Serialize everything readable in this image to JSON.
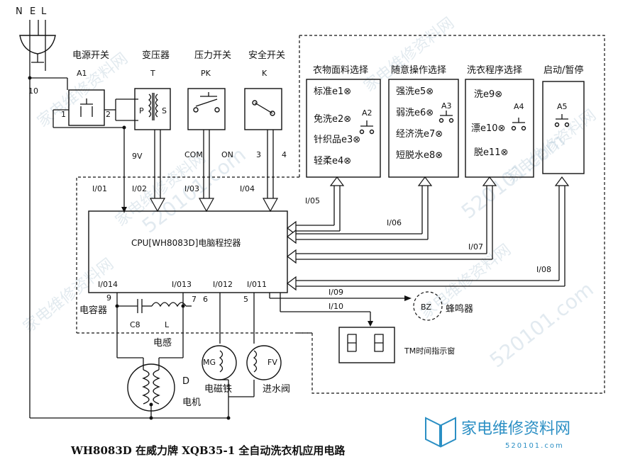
{
  "mains": {
    "n": "N",
    "e": "E",
    "l": "L"
  },
  "components": {
    "power_switch": {
      "name": "电源开关",
      "ref": "A1",
      "pin1": "1",
      "pin2": "2"
    },
    "transformer": {
      "name": "变压器",
      "ref": "T",
      "primary": "P",
      "secondary": "S"
    },
    "pressure_switch": {
      "name": "压力开关",
      "ref": "PK"
    },
    "safety_switch": {
      "name": "安全开关",
      "ref": "K"
    },
    "capacitor": {
      "name": "电容器",
      "ref": "C8"
    },
    "inductor": {
      "name": "电感",
      "ref": "L"
    },
    "motor": {
      "name": "电机",
      "ref": "D"
    },
    "solenoid": {
      "name": "电磁铁",
      "ref": "MG"
    },
    "inlet_valve": {
      "name": "进水阀",
      "ref": "FV"
    },
    "buzzer": {
      "name": "蜂鸣器",
      "ref": "BZ"
    },
    "display": {
      "name": "TM时间指示窗"
    }
  },
  "wire_labels": {
    "node10": "10",
    "v9": "9V",
    "com": "COM",
    "on": "ON",
    "k3": "3",
    "k4": "4",
    "p9": "9",
    "p7": "7",
    "p6": "6",
    "p5": "5"
  },
  "ports": {
    "io01": "I/01",
    "io02": "I/02",
    "io03": "I/03",
    "io04": "I/04",
    "io05": "I/05",
    "io06": "I/06",
    "io07": "I/07",
    "io08": "I/08",
    "io09": "I/09",
    "io10": "I/10",
    "io11": "I/011",
    "io12": "I/012",
    "io13": "I/013",
    "io14": "I/014"
  },
  "cpu": {
    "label": "CPU[WH8083D]电脑程控器"
  },
  "panels": {
    "fabric": {
      "title": "衣物面料选择",
      "items": [
        "标准e1⊗",
        "免洗e2⊗",
        "针织品e3⊗",
        "轻柔e4⊗"
      ],
      "key": "A2"
    },
    "operation": {
      "title": "随意操作选择",
      "items": [
        "强洗e5⊗",
        "弱洗e6⊗",
        "经济洗e7⊗",
        "短脱水e8⊗"
      ],
      "key": "A3"
    },
    "program": {
      "title": "洗衣程序选择",
      "items": [
        "洗e9⊗",
        "漂e10⊗",
        "脱e11⊗"
      ],
      "key": "A4"
    },
    "start": {
      "title": "启动/暂停",
      "key": "A5"
    }
  },
  "caption": "WH8083D 在威力牌 XQB35-1 全自动洗衣机应用电路",
  "watermark": {
    "site": "家电维修资料网",
    "domain": "520101.com",
    "brand": "家电维修资料网",
    "brand_domain": "520101.com"
  },
  "colors": {
    "line": "#111111",
    "watermark": "#9bb6c8",
    "brand": "#2b8fc4"
  }
}
